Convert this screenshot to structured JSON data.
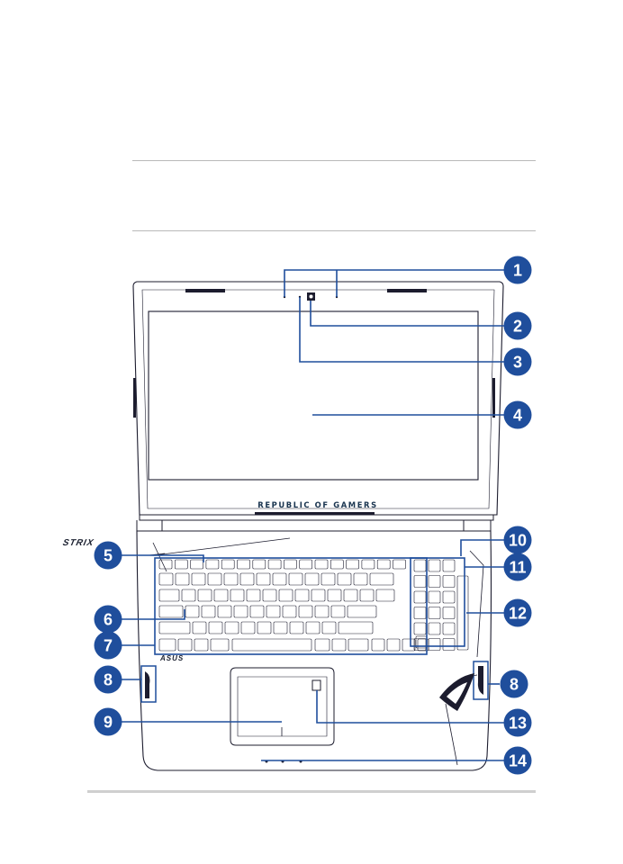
{
  "diagram": {
    "screen_brand": "REPUBLIC OF GAMERS",
    "strix_logo": "STRIX",
    "asus_logo": "ASUS",
    "callout_color": "#1f4e9c",
    "callouts": [
      "1",
      "2",
      "3",
      "4",
      "5",
      "6",
      "7",
      "8",
      "8",
      "9",
      "10",
      "11",
      "12",
      "13",
      "14"
    ]
  }
}
